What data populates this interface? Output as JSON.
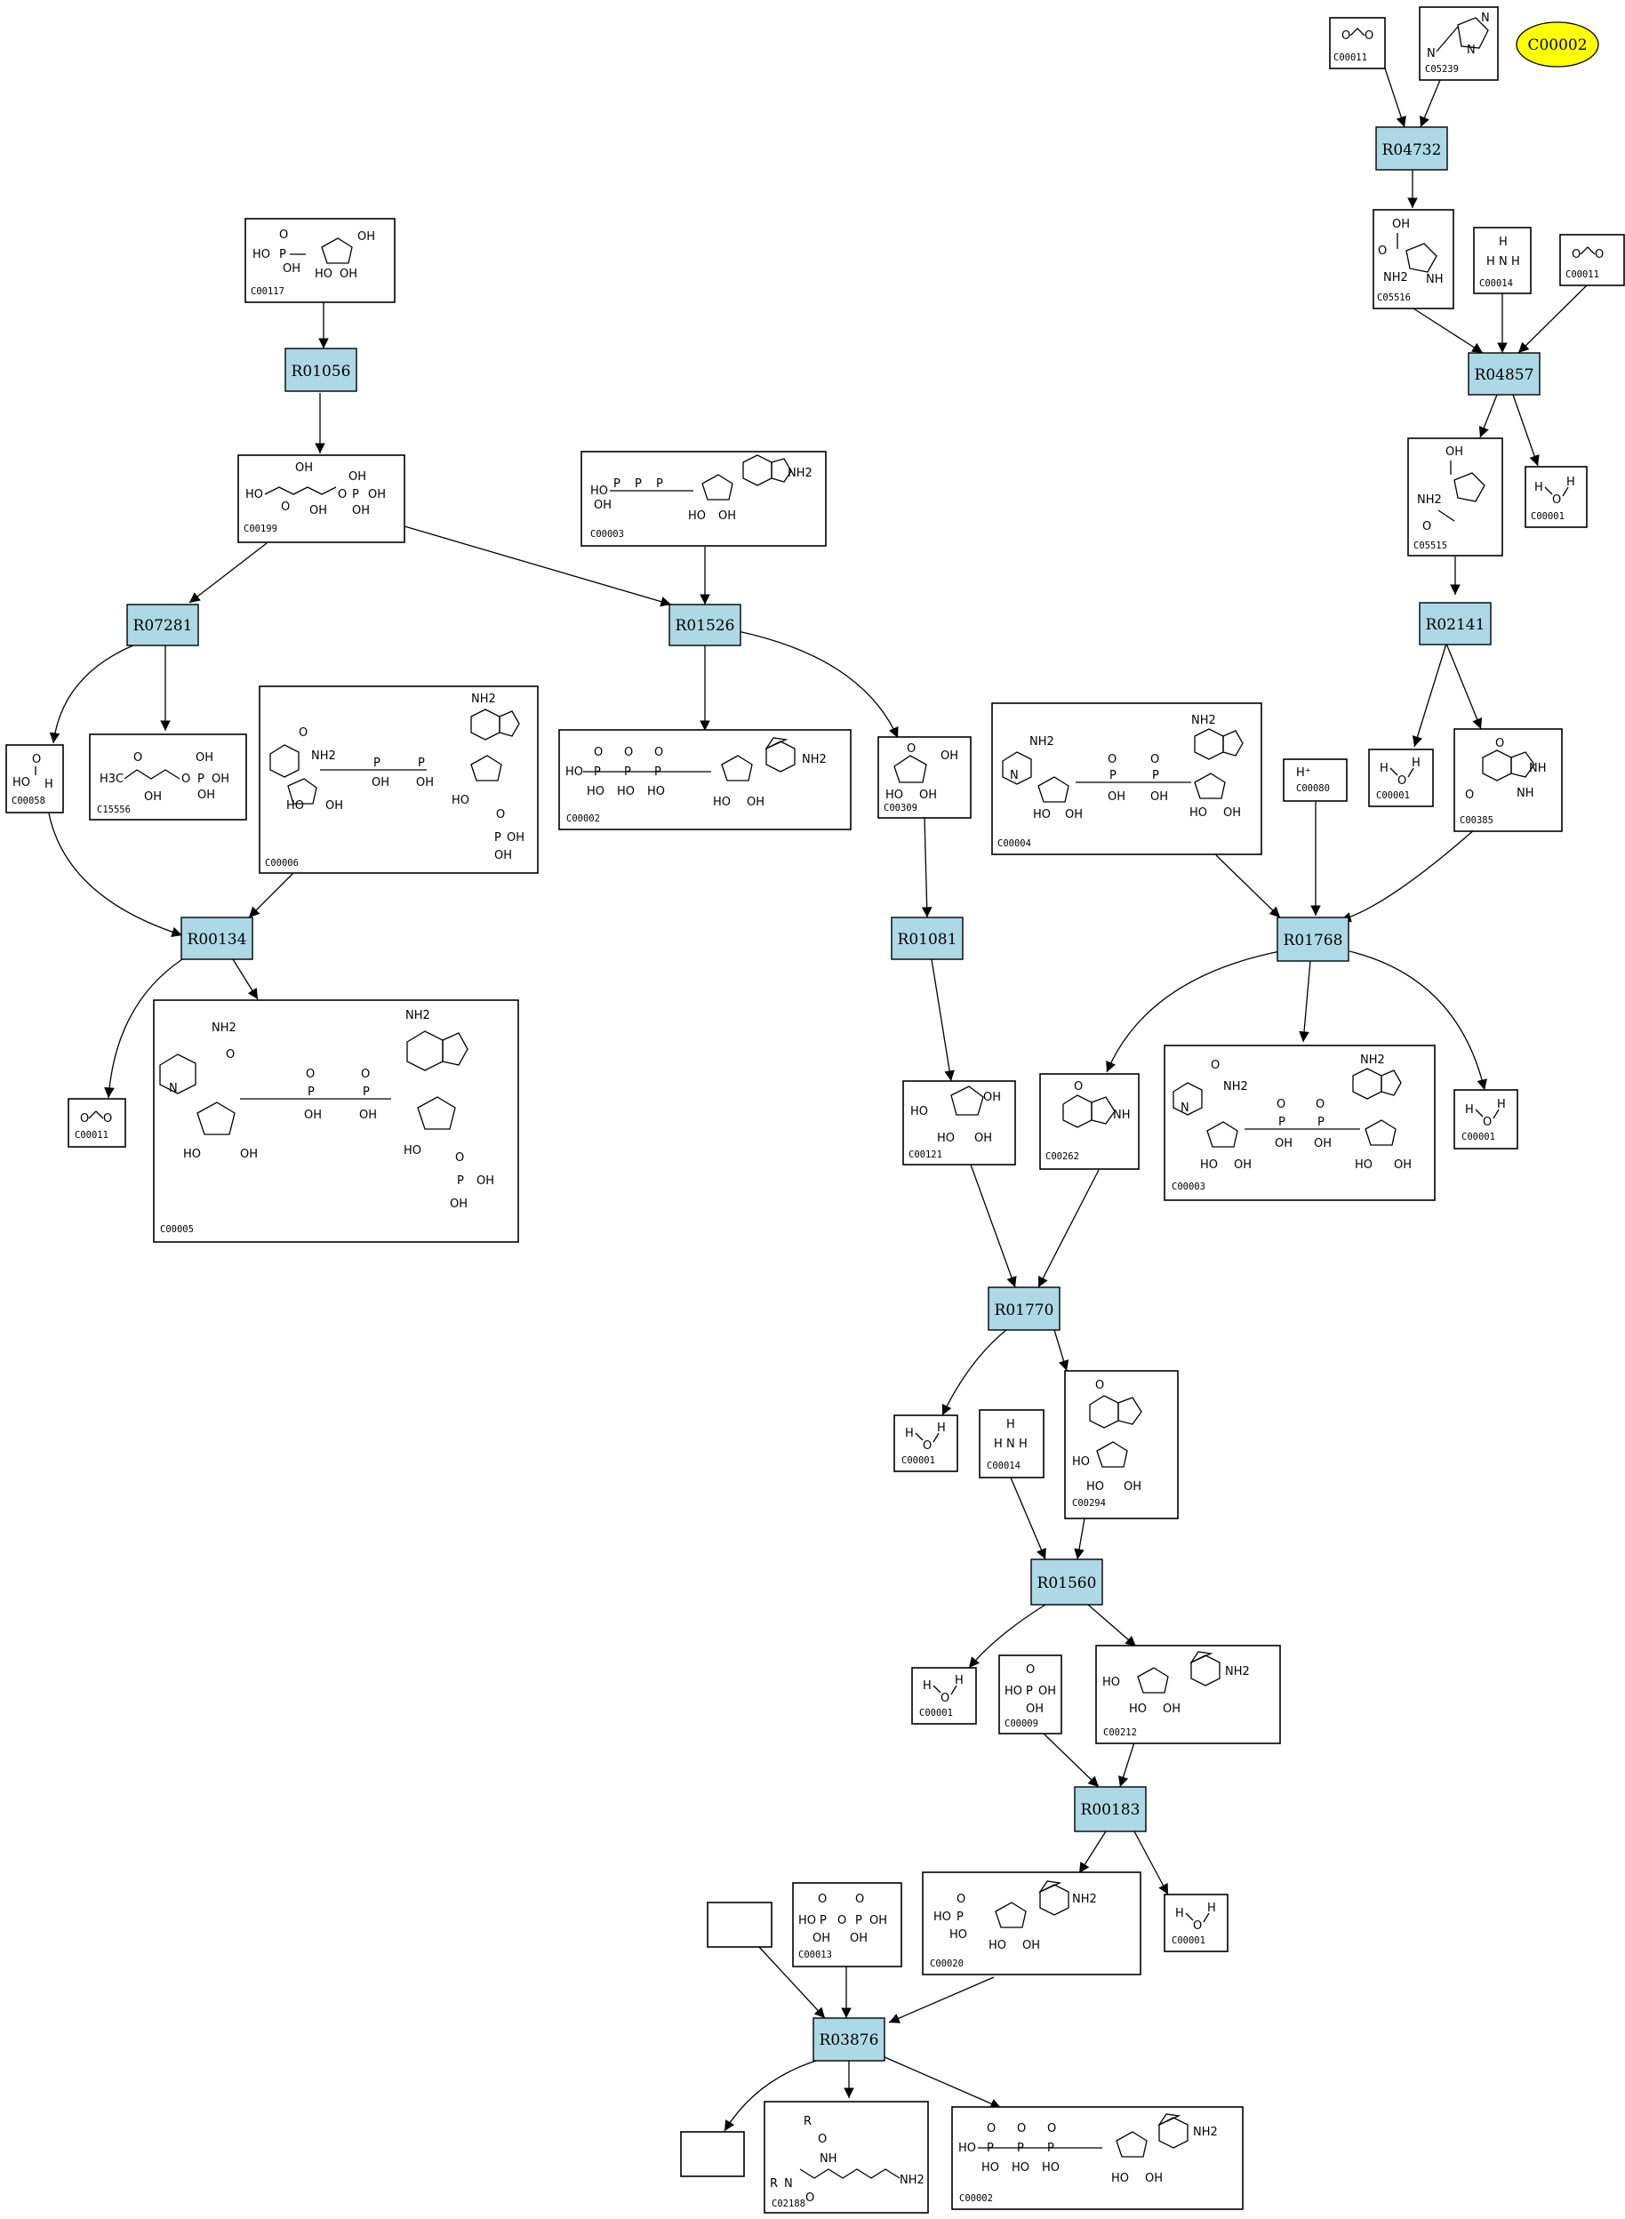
{
  "highlight": {
    "label": "C00002"
  },
  "reactions": {
    "R04732": "R04732",
    "R04857": "R04857",
    "R02141": "R02141",
    "R01056": "R01056",
    "R07281": "R07281",
    "R01526": "R01526",
    "R00134": "R00134",
    "R01081": "R01081",
    "R01768": "R01768",
    "R01770": "R01770",
    "R01560": "R01560",
    "R00183": "R00183",
    "R03876": "R03876"
  },
  "compounds": {
    "c00011_a": "C00011",
    "c05239": "C05239",
    "c05516": "C05516",
    "c00014_a": "C00014",
    "c00011_b": "C00011",
    "c05515": "C05515",
    "c00001_a": "C00001",
    "c00001_b": "C00001",
    "c00385": "C00385",
    "c00080": "C00080",
    "c00117": "C00117",
    "c00199": "C00199",
    "c00003_a": "C00003",
    "c00058": "C00058",
    "c15556": "C15556",
    "c00006": "C00006",
    "c00002_a": "C00002",
    "c00309": "C00309",
    "c00004": "C00004",
    "c00011_c": "C00011",
    "c00005": "C00005",
    "c00121": "C00121",
    "c00262": "C00262",
    "c00003_b": "C00003",
    "c00001_c": "C00001",
    "c00001_d": "C00001",
    "c00014_b": "C00014",
    "c00294": "C00294",
    "c00001_e": "C00001",
    "c00009": "C00009",
    "c00212": "C00212",
    "c00013": "C00013",
    "c00020": "C00020",
    "c00001_f": "C00001",
    "c02188": "C02188",
    "c00002_b": "C00002"
  },
  "atoms": {
    "h2o_h": "H",
    "h2o_o": "O",
    "nh3_h": "H",
    "nh3_n": "N",
    "hplus": "H⁺",
    "oh": "OH",
    "ho": "HO",
    "nh2": "NH2",
    "nh": "NH",
    "n": "N",
    "o": "O",
    "p": "P",
    "r": "R",
    "h3c": "H3C"
  }
}
